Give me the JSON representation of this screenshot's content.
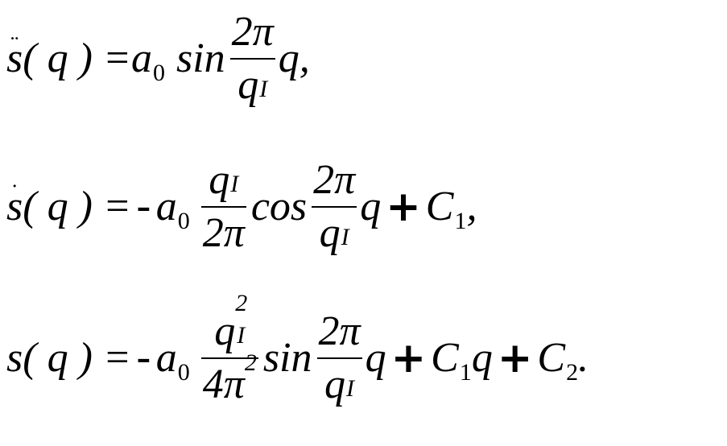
{
  "equations": [
    {
      "lhs_var": "s",
      "lhs_arg": "( q ) =",
      "coef": "a",
      "coef_sub": "0",
      "func": "sin",
      "frac_num": "2π",
      "frac_den": "q",
      "frac_den_sub": "I",
      "tail": "q,"
    },
    {
      "lhs_var": "s",
      "lhs_arg": "( q ) =",
      "minus": "-",
      "coef": "a",
      "coef_sub": "0",
      "pre_num": "q",
      "pre_num_sub": "I",
      "pre_den": "2π",
      "func": "cos",
      "frac_num": "2π",
      "frac_den": "q",
      "frac_den_sub": "I",
      "q": "q",
      "plus": "+",
      "C": "C",
      "C_sub": "1",
      "end": ","
    },
    {
      "lhs_var": "s",
      "lhs_arg": "( q ) =",
      "minus": "-",
      "coef": "a",
      "coef_sub": "0",
      "pre_num": "q",
      "pre_num_sub": "I",
      "pre_num_sup": "2",
      "pre_den": "4π",
      "pre_den_sup": "2",
      "func": "sin",
      "frac_num": "2π",
      "frac_den": "q",
      "frac_den_sub": "I",
      "q": "q",
      "plus1": "+",
      "C1": "C",
      "C1_sub": "1",
      "q2": "q",
      "plus2": "+",
      "C2": "C",
      "C2_sub": "2",
      "end": "."
    }
  ]
}
